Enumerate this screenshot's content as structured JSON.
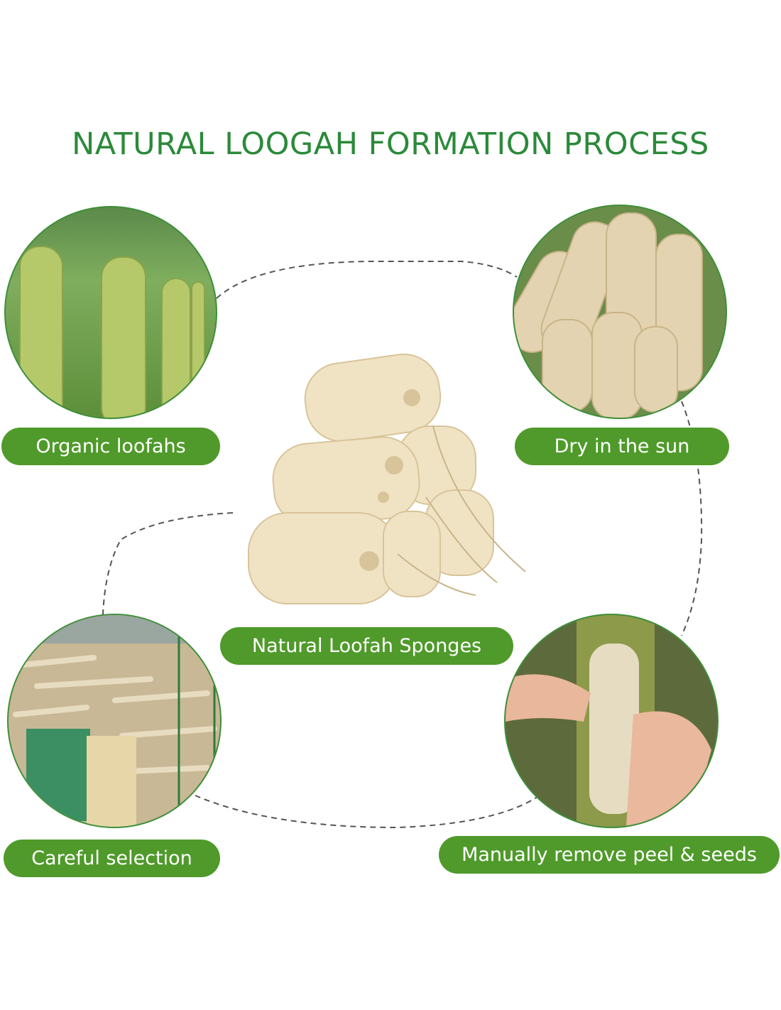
{
  "title": "NATURAL LOOGAH FORMATION PROCESS",
  "steps": {
    "organic": "Organic loofahs",
    "dry": "Dry in the sun",
    "center": "Natural Loofah Sponges",
    "selection": "Careful selection",
    "peel": "Manually remove peel & seeds"
  },
  "colors": {
    "title": "#2b8a3a",
    "pill": "#4f9a2a",
    "border": "#3f8f3a"
  }
}
